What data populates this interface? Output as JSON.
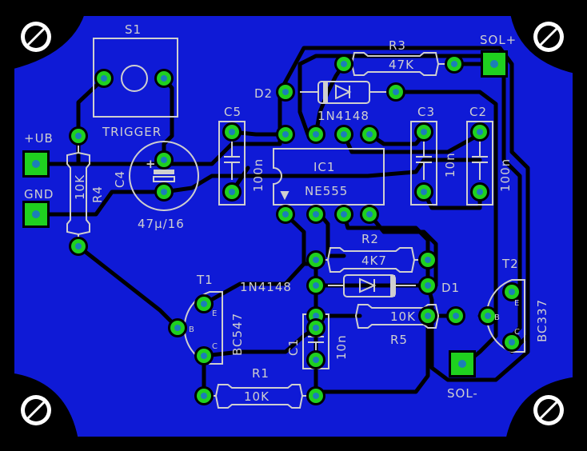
{
  "board": {
    "substrate_color": "#000000",
    "copper_pour_color": "#0f1ad6",
    "trace_color": "#000000",
    "pad_ring_color": "#1fd11f",
    "pad_hole_color": "#1b7fb8",
    "silkscreen_color": "#cfcfcf",
    "mounting_hole_color": "#ffffff"
  },
  "components": {
    "s1": {
      "ref": "S1",
      "value": "TRIGGER"
    },
    "c5": {
      "ref": "C5",
      "value": "100n"
    },
    "c4": {
      "ref": "C4",
      "value": "47µ/16"
    },
    "d2": {
      "ref": "D2",
      "value": "1N4148"
    },
    "r3": {
      "ref": "R3",
      "value": "47K"
    },
    "c3": {
      "ref": "C3",
      "value": "10n"
    },
    "c2": {
      "ref": "C2",
      "value": "100n"
    },
    "ic1": {
      "ref": "IC1",
      "value": "NE555"
    },
    "r4": {
      "ref": "R4",
      "value": "10K"
    },
    "r2": {
      "ref": "R2",
      "value": "4K7"
    },
    "d1": {
      "ref": "D1",
      "value": "1N4148"
    },
    "r5": {
      "ref": "R5",
      "value": "10K"
    },
    "t1": {
      "ref": "T1",
      "value": "BC547",
      "pins": [
        "B",
        "E",
        "C"
      ]
    },
    "t2": {
      "ref": "T2",
      "value": "BC337",
      "pins": [
        "B",
        "E",
        "C"
      ]
    },
    "c1": {
      "ref": "C1",
      "value": "10n"
    },
    "r1": {
      "ref": "R1",
      "value": "10K"
    }
  },
  "connectors": {
    "vplus": "+UB",
    "gnd": "GND",
    "sol_plus": "SOL+",
    "sol_minus": "SOL-"
  },
  "polarity_mark": "+"
}
